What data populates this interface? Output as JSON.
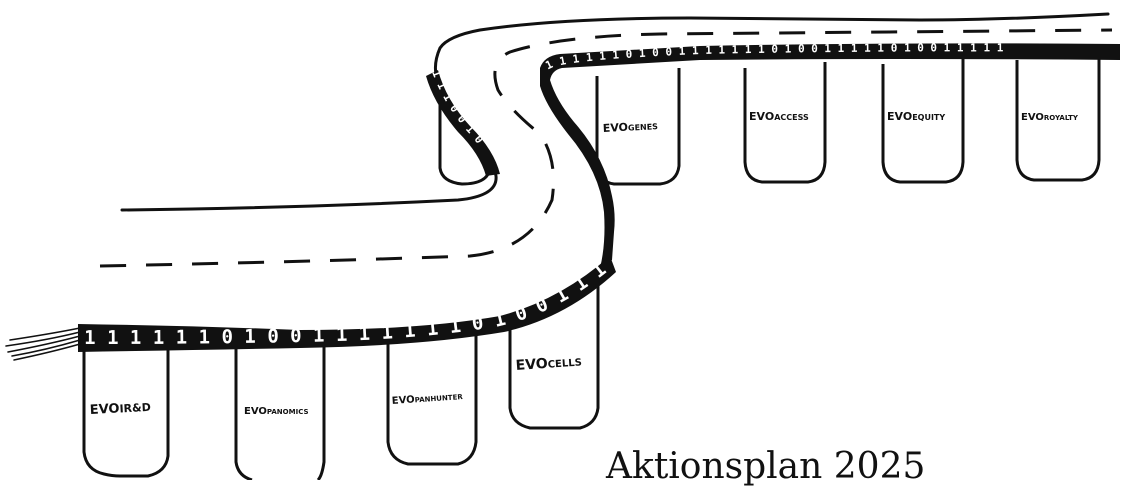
{
  "binary_strips": {
    "front": "1 1 1 1 1 1 0 1 0 0 1 1 1 1 1 1 1 0 1 0 0 1 1 1",
    "back": "1 1 1 1 1 1 0 1 0 0 1 1 1 1 1 1 1 0 1 0 0 1 1 1 1 1 0 1 0 0 1 1 1 1 1",
    "curve_upper": "1 1 1 0 0 1 0",
    "curve_lower": "1 1 1"
  },
  "pillars": {
    "front": [
      {
        "prefix": "EVO",
        "name": "IR&D"
      },
      {
        "prefix": "EVO",
        "name": "PANOMICS"
      },
      {
        "prefix": "EVO",
        "name": "PANHUNTER"
      },
      {
        "prefix": "EVO",
        "name": "CELLS"
      }
    ],
    "back": [
      {
        "prefix": "EVO",
        "name": "GENES"
      },
      {
        "prefix": "EVO",
        "name": "ACCESS"
      },
      {
        "prefix": "EVO",
        "name": "EQUITY"
      },
      {
        "prefix": "EVO",
        "name": "ROYALTY"
      }
    ]
  },
  "caption": "Aktionsplan 2025"
}
